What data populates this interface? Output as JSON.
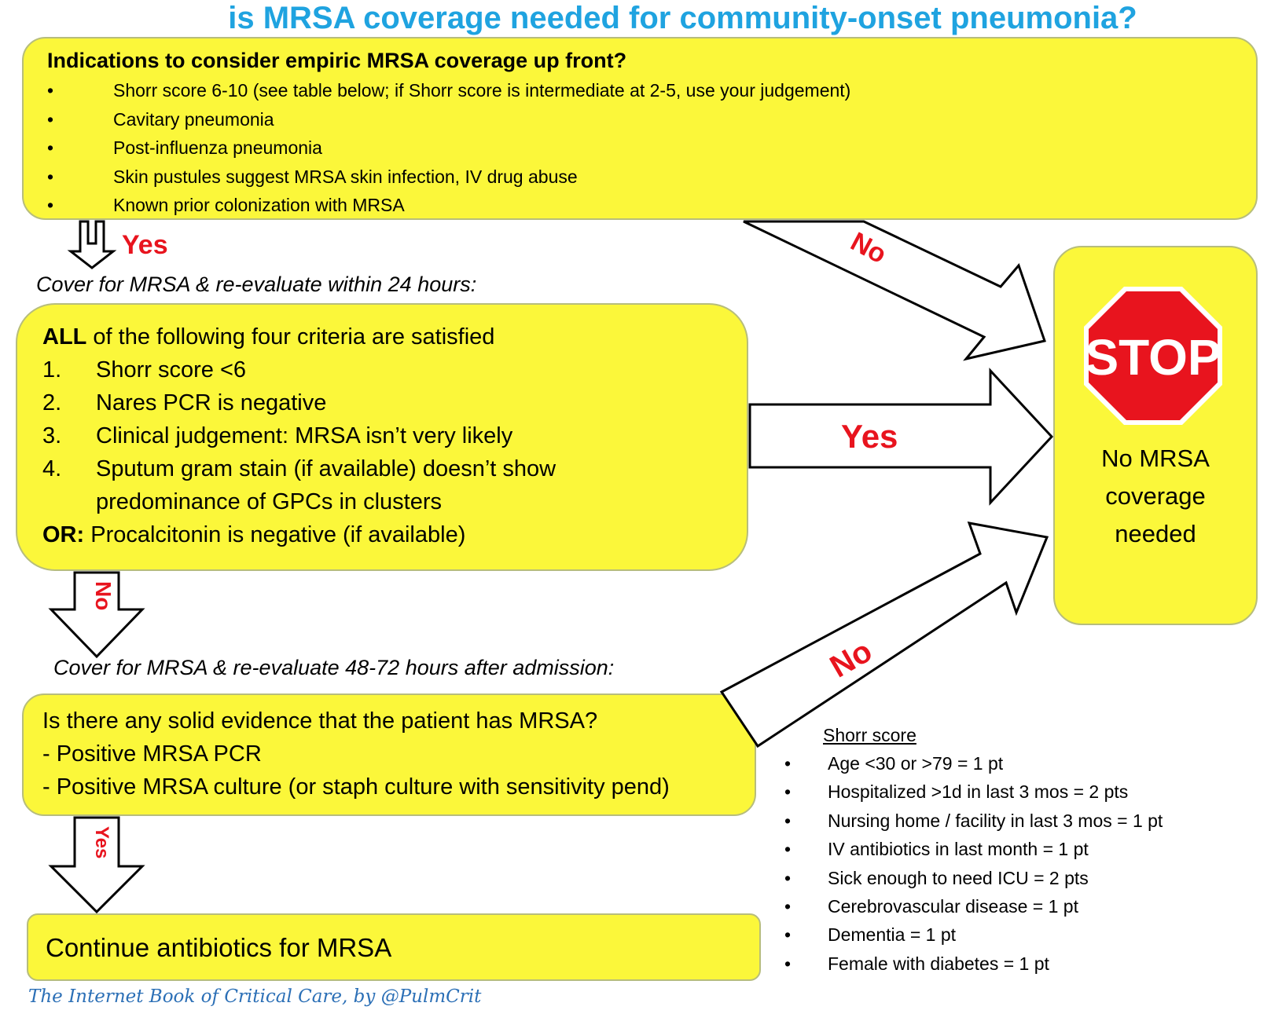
{
  "title": "is MRSA coverage needed for community-onset pneumonia?",
  "colors": {
    "title": "#1fa3e0",
    "box_fill": "#fbf73a",
    "box_border": "#b7bd7c",
    "accent_red": "#e8141e",
    "stop_red": "#e8141e",
    "credit": "#2b6fb6"
  },
  "indications": {
    "heading": "Indications to consider empiric MRSA coverage up front?",
    "items": [
      "Shorr score 6-10 (see table below; if Shorr score is intermediate at 2-5, use your judgement)",
      "Cavitary pneumonia",
      "Post-influenza pneumonia",
      "Skin pustules suggest MRSA skin infection, IV drug abuse",
      "Known prior colonization with MRSA"
    ]
  },
  "arrows": {
    "yes_1": "Yes",
    "no_1": "No",
    "yes_2": "Yes",
    "no_2": "No",
    "no_3": "No",
    "yes_3": "Yes"
  },
  "cover_24h": "Cover for MRSA & re-evaluate within 24 hours:",
  "criteria": {
    "intro_bold": "ALL",
    "intro_rest": " of the following four criteria are satisfied",
    "items": [
      {
        "num": "1.",
        "text": "Shorr score <6"
      },
      {
        "num": "2.",
        "text": "Nares PCR is negative"
      },
      {
        "num": "3.",
        "text": "Clinical judgement:  MRSA isn’t very likely"
      },
      {
        "num": "4.",
        "text": "Sputum gram stain (if available) doesn’t show"
      }
    ],
    "item4_cont": "predominance of GPCs in clusters",
    "or_bold": "OR:",
    "or_rest": "  Procalcitonin is negative (if available)"
  },
  "cover_48h": "Cover for MRSA & re-evaluate 48-72 hours after admission:",
  "evidence": {
    "question": "Is there any solid evidence that the patient has MRSA?",
    "items": [
      " - Positive MRSA PCR",
      " - Positive MRSA culture (or staph culture with sensitivity pend)"
    ]
  },
  "continue": "Continue antibiotics for MRSA",
  "stop": {
    "sign": "STOP",
    "line1": "No MRSA",
    "line2": "coverage",
    "line3": "needed"
  },
  "shorr": {
    "title": "Shorr score",
    "items": [
      "Age <30 or >79 = 1 pt",
      "Hospitalized >1d in last 3 mos = 2 pts",
      "Nursing home / facility in last 3 mos = 1 pt",
      "IV antibiotics in last month = 1 pt",
      "Sick enough to need ICU = 2 pts",
      "Cerebrovascular disease = 1 pt",
      "Dementia = 1 pt",
      "Female with diabetes = 1 pt"
    ]
  },
  "credit": "The Internet Book of Critical Care, by @PulmCrit"
}
